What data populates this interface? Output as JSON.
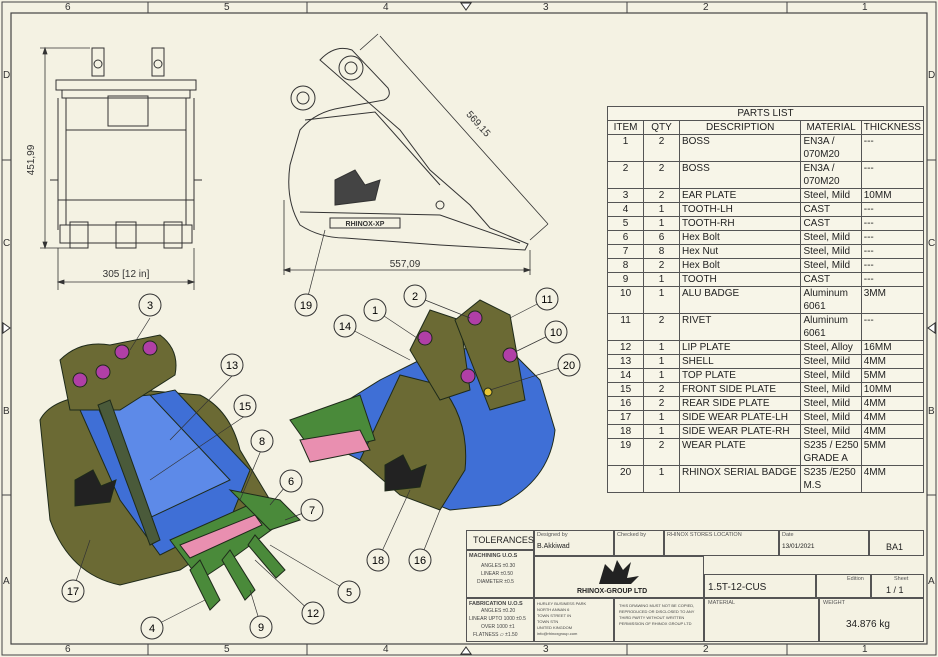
{
  "border": {
    "top_zones": [
      "6",
      "5",
      "4",
      "3",
      "2",
      "1"
    ],
    "bottom_zones": [
      "6",
      "5",
      "4",
      "3",
      "2",
      "1"
    ],
    "left_zones": [
      "D",
      "C",
      "B",
      "A"
    ],
    "right_zones": [
      "D",
      "C",
      "B",
      "A"
    ]
  },
  "dimensions": {
    "height": "451,99",
    "width_front": "305 [12 in]",
    "length": "557,09",
    "diagonal": "569,15"
  },
  "balloons": {
    "side_view": [
      "19"
    ],
    "iso_left": [
      "3",
      "13",
      "15",
      "8",
      "6",
      "7",
      "5",
      "12",
      "9",
      "4",
      "17"
    ],
    "iso_right": [
      "1",
      "2",
      "11",
      "14",
      "10",
      "20",
      "18",
      "16"
    ]
  },
  "parts_list": {
    "title": "PARTS LIST",
    "headers": [
      "ITEM",
      "QTY",
      "DESCRIPTION",
      "MATERIAL",
      "THICKNESS"
    ],
    "rows": [
      {
        "item": "1",
        "qty": "2",
        "desc": "BOSS",
        "mat": "EN3A / 070M20",
        "thk": "---"
      },
      {
        "item": "2",
        "qty": "2",
        "desc": "BOSS",
        "mat": "EN3A / 070M20",
        "thk": "---"
      },
      {
        "item": "3",
        "qty": "2",
        "desc": "EAR PLATE",
        "mat": "Steel, Mild",
        "thk": "10MM"
      },
      {
        "item": "4",
        "qty": "1",
        "desc": "TOOTH-LH",
        "mat": "CAST",
        "thk": "---"
      },
      {
        "item": "5",
        "qty": "1",
        "desc": "TOOTH-RH",
        "mat": "CAST",
        "thk": "---"
      },
      {
        "item": "6",
        "qty": "6",
        "desc": "Hex Bolt",
        "mat": "Steel, Mild",
        "thk": "---"
      },
      {
        "item": "7",
        "qty": "8",
        "desc": "Hex Nut",
        "mat": "Steel, Mild",
        "thk": "---"
      },
      {
        "item": "8",
        "qty": "2",
        "desc": "Hex Bolt",
        "mat": "Steel, Mild",
        "thk": "---"
      },
      {
        "item": "9",
        "qty": "1",
        "desc": "TOOTH",
        "mat": "CAST",
        "thk": "---"
      },
      {
        "item": "10",
        "qty": "1",
        "desc": "ALU BADGE",
        "mat": "Aluminum 6061",
        "thk": "3MM"
      },
      {
        "item": "11",
        "qty": "2",
        "desc": "RIVET",
        "mat": "Aluminum 6061",
        "thk": "---"
      },
      {
        "item": "12",
        "qty": "1",
        "desc": "LIP PLATE",
        "mat": "Steel, Alloy",
        "thk": "16MM"
      },
      {
        "item": "13",
        "qty": "1",
        "desc": "SHELL",
        "mat": "Steel, Mild",
        "thk": "4MM"
      },
      {
        "item": "14",
        "qty": "1",
        "desc": "TOP PLATE",
        "mat": "Steel, Mild",
        "thk": "5MM"
      },
      {
        "item": "15",
        "qty": "2",
        "desc": "FRONT SIDE PLATE",
        "mat": "Steel, Mild",
        "thk": "10MM"
      },
      {
        "item": "16",
        "qty": "2",
        "desc": "REAR SIDE PLATE",
        "mat": "Steel, Mild",
        "thk": "4MM"
      },
      {
        "item": "17",
        "qty": "1",
        "desc": "SIDE WEAR PLATE-LH",
        "mat": "Steel, Mild",
        "thk": "4MM"
      },
      {
        "item": "18",
        "qty": "1",
        "desc": "SIDE WEAR PLATE-RH",
        "mat": "Steel, Mild",
        "thk": "4MM"
      },
      {
        "item": "19",
        "qty": "2",
        "desc": "WEAR PLATE",
        "mat": "S235 / E250 GRADE A",
        "thk": "5MM"
      },
      {
        "item": "20",
        "qty": "1",
        "desc": "RHINOX SERIAL BADGE",
        "mat": "S235 /E250 M.S",
        "thk": "4MM"
      }
    ]
  },
  "title_block": {
    "tolerances": "TOLERANCES",
    "machining_title": "MACHINING U.O.S",
    "machining_lines": [
      "ANGLES ±0.30",
      "LINEAR ±0.50",
      "DIAMETER ±0.5"
    ],
    "fabrication_title": "FABRICATION U.O.S",
    "fabrication_lines": [
      "ANGLES ±0.20",
      "LINEAR UPTO 1000 ±0.5",
      "OVER 1000 ±1",
      "FLATNESS ⏥ ±1.50"
    ],
    "designed_by_label": "Designed by",
    "designed_by": "B.Akkiwad",
    "checked_by_label": "Checked by",
    "location": "RHINOX STORES LOCATION",
    "date_label": "Date",
    "date": "13/01/2021",
    "sheet_size": "BA1",
    "company": "RHINOX-GROUP LTD",
    "drawing_number": "1.5T-12-CUS",
    "edition_label": "Edition",
    "sheet_label": "Sheet",
    "sheet": "1 / 1",
    "material_label": "MATERIAL",
    "weight_label": "WEIGHT",
    "weight": "34.876 kg",
    "address_lines": [
      "HURLEY BUSINESS PARK",
      "NORTH ANNAN 6",
      "TOWN STREET IN",
      "TOWN STN",
      "UNITED KINGDOM",
      "info@rhinoxgroup.com"
    ],
    "notice_lines": [
      "THIS DRAWING MUST NOT BE COPIED,",
      "REPRODUCED OR DISCLOSED TO ANY",
      "THIRD PARTY WITHOUT WRITTEN",
      "PERMISSION OF RHINOX GROUP LTD"
    ],
    "badge_text": "RHINOX-XP"
  },
  "colors": {
    "shell": "#3f6fd6",
    "plates": "#6b6a34",
    "teeth": "#4a8a3a",
    "bosses": "#b03fa6",
    "wear": "#e98fb0",
    "badge": "#e8c534",
    "paper": "#f4f2e3"
  }
}
